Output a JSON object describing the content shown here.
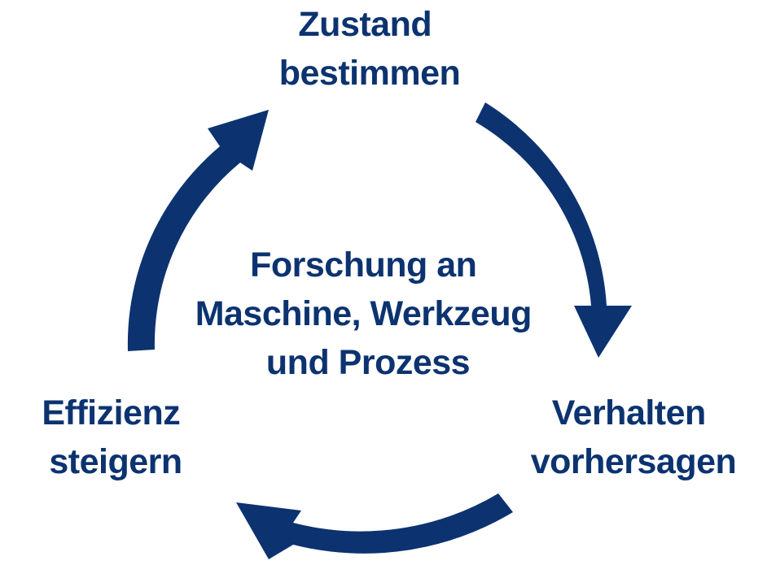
{
  "colors": {
    "arrow": "#0c3370",
    "text": "#0c3370",
    "background": "#ffffff"
  },
  "nodes": {
    "top": {
      "line1": "Zustand",
      "line2": "bestimmen"
    },
    "right": {
      "line1": "Verhalten",
      "line2": "vorhersagen"
    },
    "left": {
      "line1": "Effizienz",
      "line2": "steigern"
    }
  },
  "center": {
    "line1": "Forschung an",
    "line2": "Maschine, Werkzeug",
    "line3": "und Prozess"
  }
}
